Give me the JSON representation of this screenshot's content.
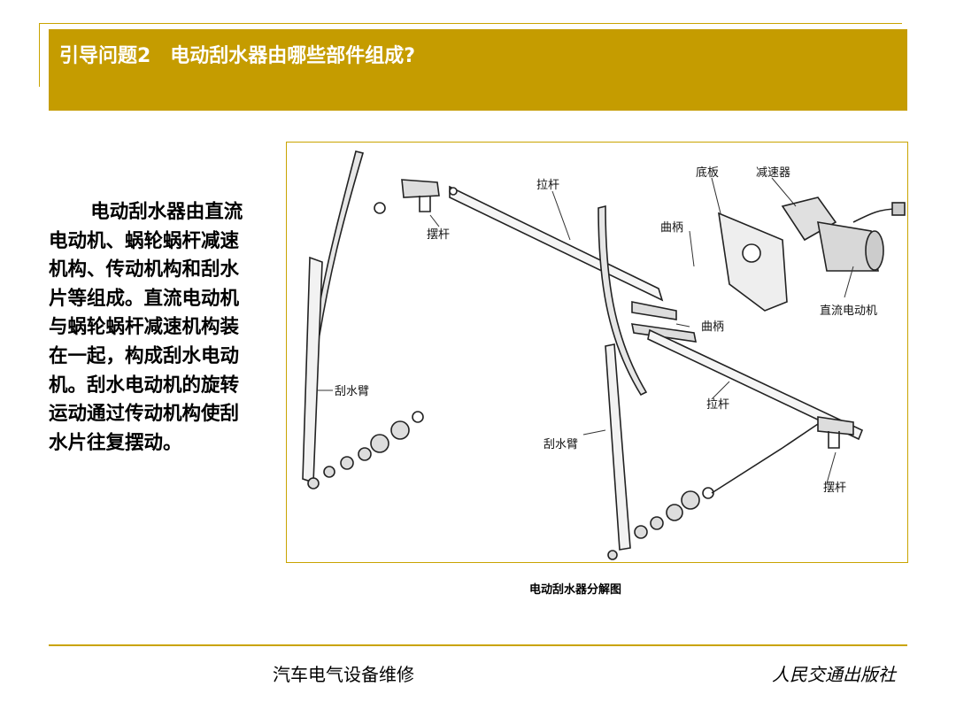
{
  "header": {
    "title": "引导问题2　电动刮水器由哪些部件组成?"
  },
  "body": {
    "paragraph": "电动刮水器由直流电动机、蜗轮蜗杆减速机构、传动机构和刮水片等组成。直流电动机与蜗轮蜗杆减速机构装在一起，构成刮水电动机。刮水电动机的旋转运动通过传动机构使刮水片往复摆动。"
  },
  "figure": {
    "caption": "电动刮水器分解图",
    "labels": {
      "drag_link_top": "拉杆",
      "base_plate": "底板",
      "reducer": "减速器",
      "rocker_top": "摆杆",
      "crank_top": "曲柄",
      "crank_mid": "曲柄",
      "dc_motor": "直流电动机",
      "wiper_arm_left": "刮水臂",
      "drag_link_bottom": "拉杆",
      "wiper_arm_mid": "刮水臂",
      "rocker_bottom": "摆杆"
    }
  },
  "footer": {
    "course": "汽车电气设备维修",
    "publisher": "人民交通出版社"
  },
  "colors": {
    "accent": "#c59c00",
    "rule": "#c9a400"
  }
}
